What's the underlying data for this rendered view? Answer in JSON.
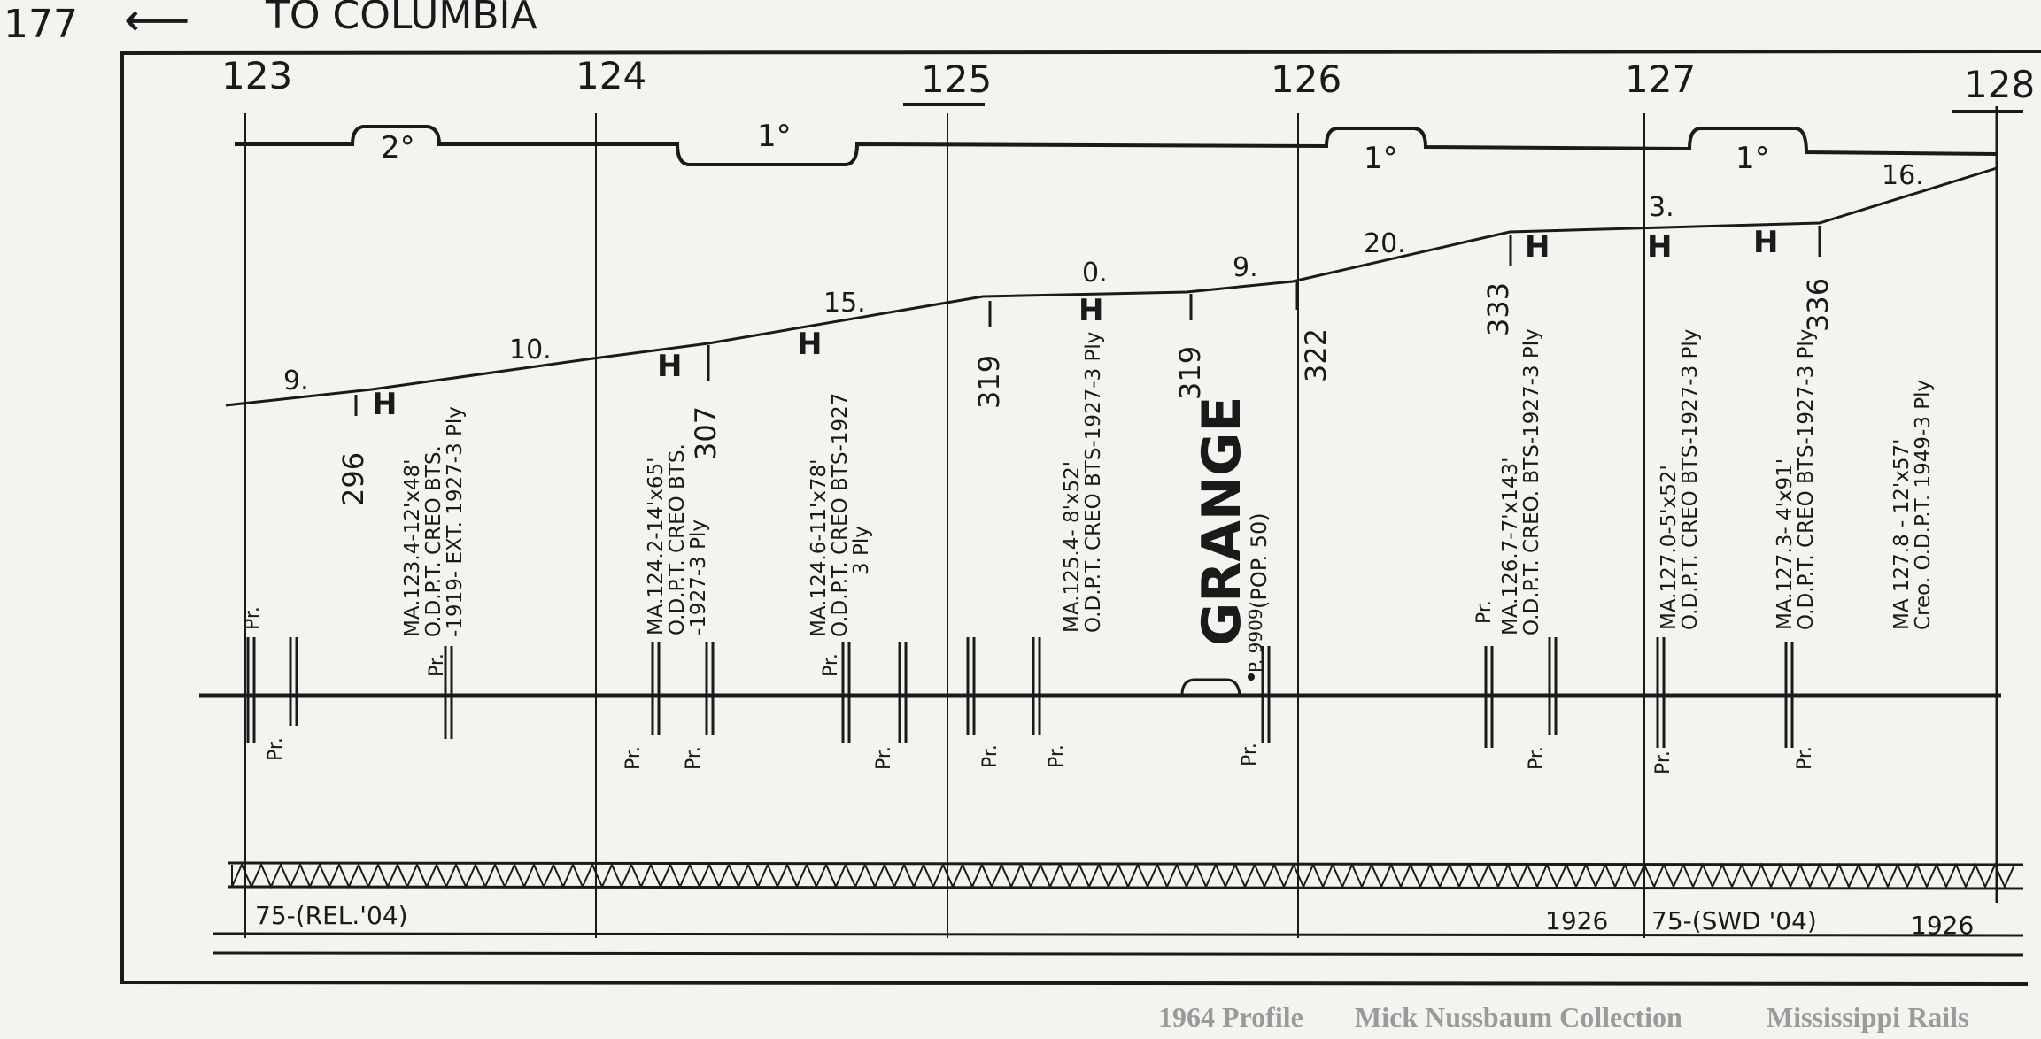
{
  "header": {
    "page_number": "177",
    "arrow": "⟵",
    "direction": "TO  COLUMBIA"
  },
  "mileposts": [
    "123",
    "124",
    "125",
    "126",
    "127",
    "128"
  ],
  "curves": [
    {
      "label": "2°",
      "type": "up"
    },
    {
      "label": "1°",
      "type": "down"
    },
    {
      "label": "1°",
      "type": "up"
    },
    {
      "label": "1°",
      "type": "up"
    }
  ],
  "grade_labels": [
    "9.",
    "10.",
    "15.",
    "0.",
    "9.",
    "20.",
    "3.",
    "16."
  ],
  "elevations": [
    "296",
    "307",
    "319",
    "319",
    "322",
    "333",
    "336"
  ],
  "bridges": [
    {
      "id": "ma1234",
      "lines": [
        "MA.123.4-12'x48'",
        "O.D.P.T. CREO BTS.",
        "-1919- EXT. 1927-3 Ply"
      ]
    },
    {
      "id": "ma1242",
      "lines": [
        "MA.124.2-14'x65'",
        "O.D.P.T. CREO BTS.",
        "-1927-3 Ply"
      ]
    },
    {
      "id": "ma1246",
      "lines": [
        "MA.124.6-11'x78'",
        "O.D.P.T. CREO BTS-1927",
        "3 Ply"
      ]
    },
    {
      "id": "ma1254",
      "lines": [
        "MA.125.4- 8'x52'",
        "O.D.P.T. CREO BTS-1927-3 Ply"
      ]
    },
    {
      "id": "ma1267",
      "lines": [
        "MA.126.7-7'x143'",
        "O.D.P.T. CREO. BTS-1927-3 Ply"
      ]
    },
    {
      "id": "ma1270",
      "lines": [
        "MA.127.0-5'x52'",
        "O.D.P.T. CREO BTS-1927-3 Ply"
      ]
    },
    {
      "id": "ma1273",
      "lines": [
        "MA.127.3- 4'x91'",
        "O.D.P.T. CREO BTS-1927-3 Ply"
      ]
    },
    {
      "id": "ma1278",
      "lines": [
        "MA 127.8 - 12'x57'",
        "Creo. O.D.P.T. 1949-3 Ply"
      ]
    }
  ],
  "station": {
    "name": "GRANGE",
    "population": "(POP. 50)",
    "code": "P. 9909"
  },
  "crossing_label": "Pr.",
  "rail": {
    "segment1": "75-(REL.'04)",
    "year1": "1926",
    "segment2": "75-(SWD '04)",
    "year2": "1926"
  },
  "credit": {
    "profile": "1964 Profile",
    "collection": "Mick Nussbaum Collection",
    "site": "Mississippi Rails"
  },
  "colors": {
    "ink": "#1a1a1a",
    "paper": "#f3f3ef",
    "credit": "#9a9a9a"
  }
}
